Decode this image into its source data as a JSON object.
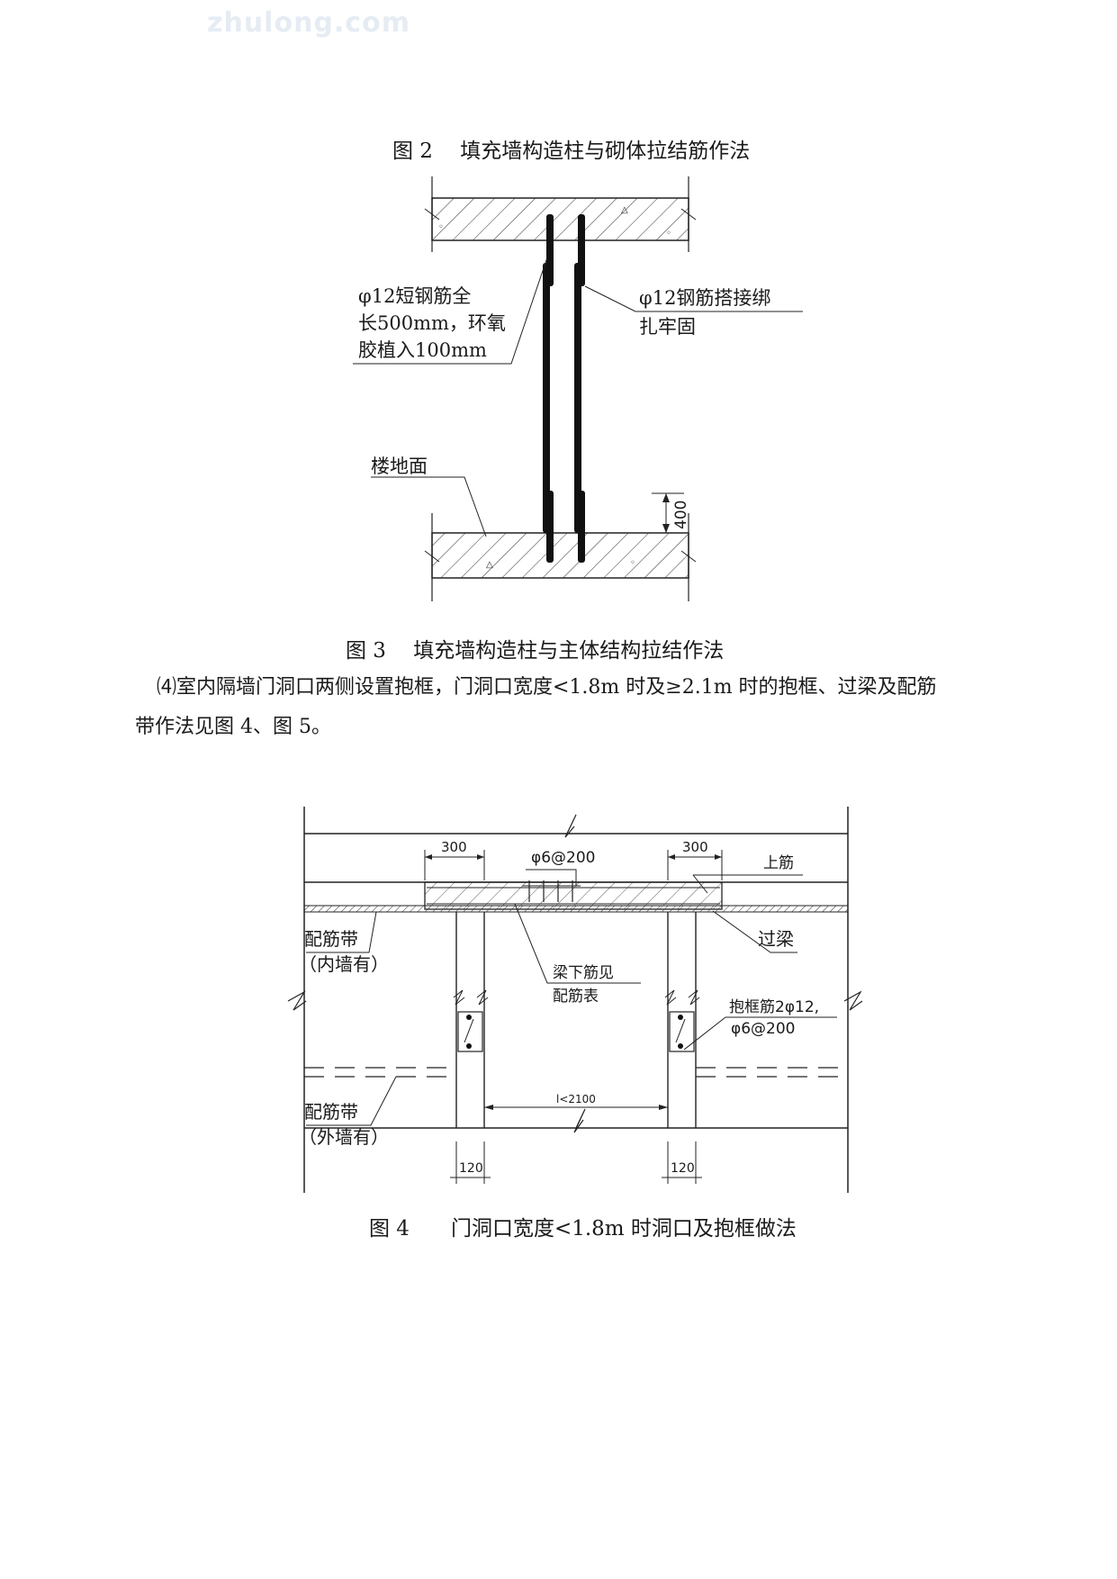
{
  "watermark": "zhulong.com",
  "fig2": {
    "caption": "图 2　 填充墙构造柱与砌体拉结筋作法"
  },
  "fig3": {
    "caption": "图 3　 填充墙构造柱与主体结构拉结作法",
    "label_left_line1": "φ12短钢筋全",
    "label_left_line2": "长500mm，环氧",
    "label_left_line3": "胶植入100mm",
    "label_right_line1": "φ12钢筋搭接绑",
    "label_right_line2": "扎牢固",
    "label_floor": "楼地面",
    "dim_vertical": "400"
  },
  "paragraph": {
    "line1": "⑷室内隔墙门洞口两侧设置抱框，门洞口宽度<1.8m 时及≥2.1m 时的抱框、过梁及配筋",
    "line2": "带作法见图 4、图 5。"
  },
  "fig4": {
    "caption": "图 4　　门洞口宽度<1.8m 时洞口及抱框做法",
    "dim_left_top": "300",
    "dim_right_top": "300",
    "stirrup_label": "φ6@200",
    "top_bar_label": "上筋",
    "lintel_label": "过梁",
    "band_inner_line1": "配筋带",
    "band_inner_line2": "（内墙有）",
    "bottom_bar_line1": "梁下筋见",
    "bottom_bar_line2": "配筋表",
    "frame_bar_line1": "抱框筋2φ12,",
    "frame_bar_line2": "φ6@200",
    "band_outer_line1": "配筋带",
    "band_outer_line2": "（外墙有）",
    "dim_opening": "l<2100",
    "dim_left_bottom": "120",
    "dim_right_bottom": "120"
  }
}
